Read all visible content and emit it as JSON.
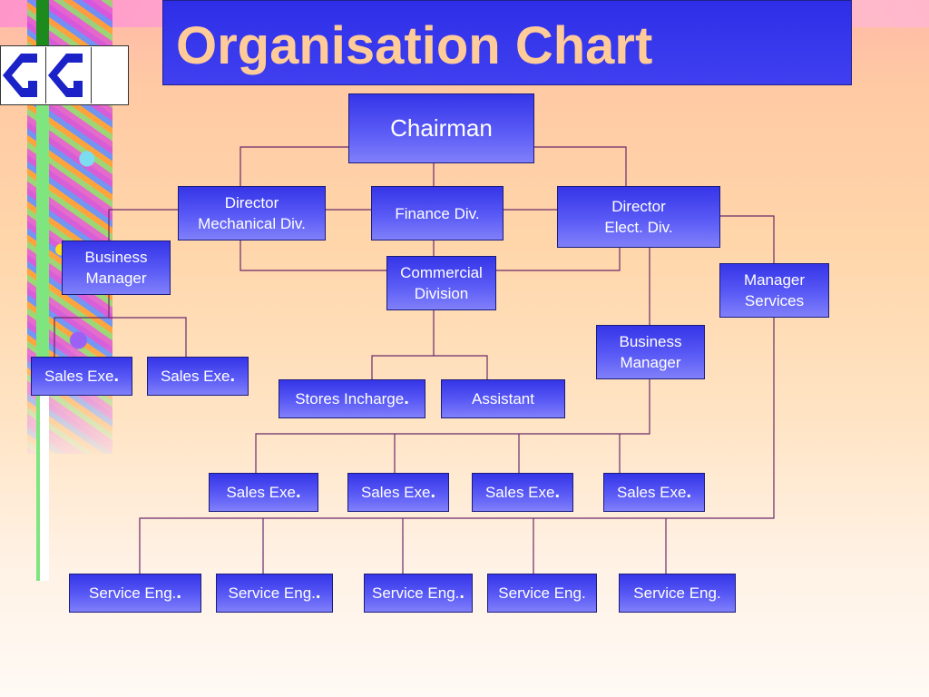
{
  "slide": {
    "title": "Organisation Chart"
  },
  "logo": {
    "icon": "gg-monogram-icon"
  },
  "org": {
    "chairman": "Chairman",
    "director_mech": [
      "Director",
      "Mechanical Div."
    ],
    "finance": "Finance Div.",
    "director_elec": [
      "Director",
      "Elect. Div."
    ],
    "business_manager_left": [
      "Business",
      "Manager"
    ],
    "commercial": [
      "Commercial",
      "Division"
    ],
    "manager_services": [
      "Manager",
      "Services"
    ],
    "business_manager_right": [
      "Business",
      "Manager"
    ],
    "sales_exe": "Sales Exe",
    "stores_incharge": "Stores Incharge",
    "assistant": "Assistant",
    "service_eng": "Service Eng.",
    "dot": "."
  },
  "colors": {
    "box": "#3a3aec",
    "title_text": "#ffcc99",
    "lines": "#6a2a6a"
  }
}
